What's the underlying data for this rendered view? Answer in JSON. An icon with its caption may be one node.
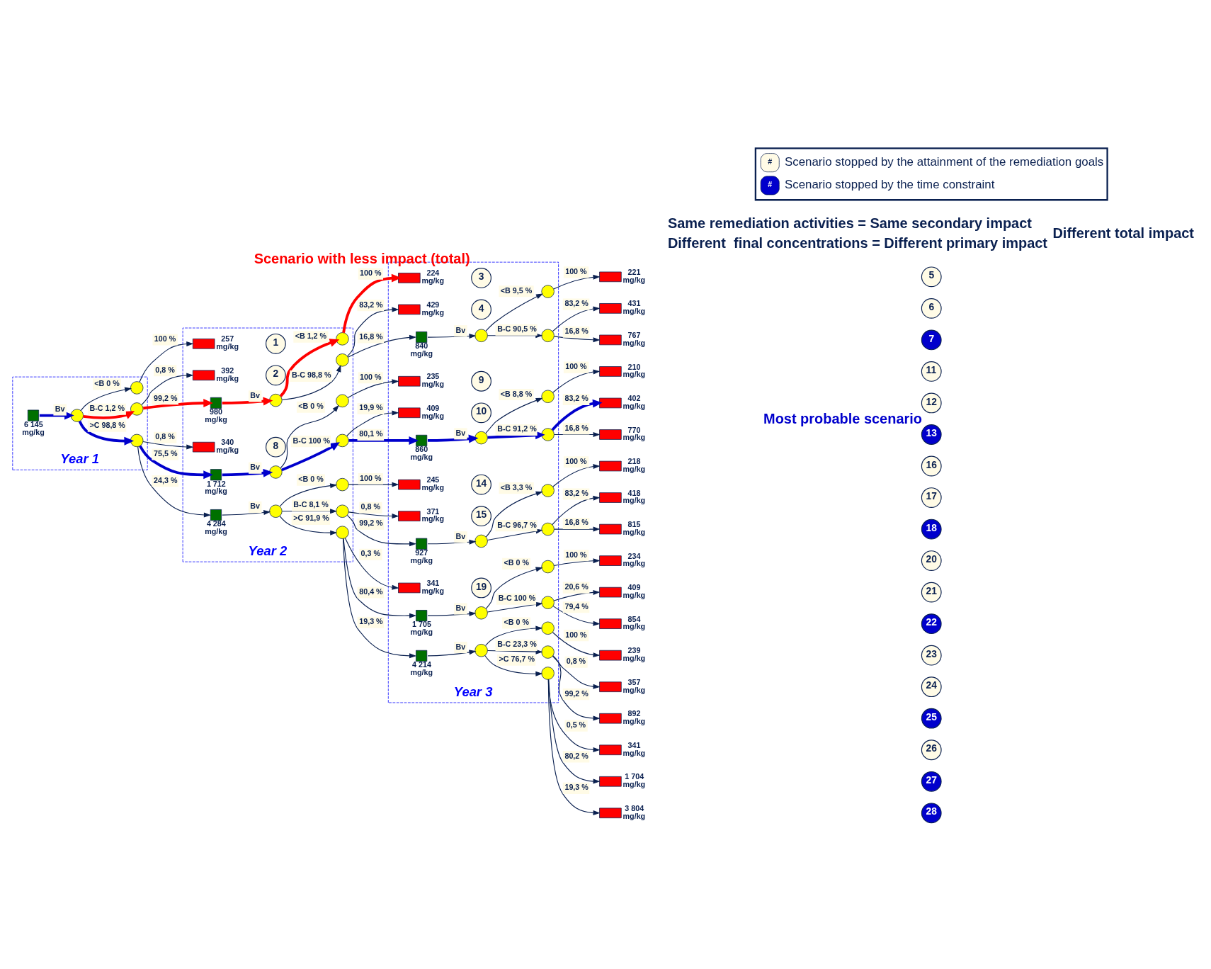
{
  "diagram": {
    "nodes": [
      {
        "text": [
          "Year 1"
        ]
      },
      {
        "text": [
          "Year 2"
        ]
      },
      {
        "text": [
          "Year 3"
        ]
      },
      {
        "text": [],
        "shape": "square",
        "beside": [
          "6 145 mg/kg"
        ],
        "in": 0
      },
      {
        "text": [],
        "shape": "circle",
        "in": 0
      },
      {
        "text": [],
        "shape": "circle",
        "in": 0
      },
      {
        "text": [],
        "shape": "box",
        "beside": [
          "257 mg/kg"
        ],
        "in": 1
      },
      {
        "text": [
          "1"
        ],
        "in": 1
      },
      {
        "text": [],
        "shape": "circle",
        "in": 0
      },
      {
        "text": [],
        "shape": "box",
        "beside": [
          "392 mg/kg"
        ],
        "in": 1
      },
      {
        "text": [
          "2"
        ],
        "in": 1
      },
      {
        "text": [],
        "shape": "square",
        "beside": [
          "980 mg/kg"
        ],
        "in": 1
      },
      {
        "text": [],
        "shape": "circle",
        "in": 1
      },
      {
        "text": [],
        "shape": "circle",
        "in": 1
      },
      {
        "text": [],
        "shape": "box",
        "beside": [
          "224 mg/kg"
        ],
        "in": 2
      },
      {
        "text": [
          "3"
        ],
        "beside": [
          "Scenario with less impact (total)"
        ],
        "in": 2
      },
      {
        "text": [],
        "shape": "circle",
        "in": 1
      },
      {
        "text": [],
        "shape": "box",
        "beside": [
          "429 mg/kg"
        ],
        "in": 2
      },
      {
        "text": [
          "4"
        ],
        "in": 2
      },
      {
        "text": [],
        "shape": "square",
        "beside": [
          "840 mg/kg"
        ],
        "in": 2
      },
      {
        "text": [],
        "shape": "circle",
        "in": 2
      },
      {
        "text": [],
        "shape": "circle",
        "in": 2
      },
      {
        "text": [],
        "shape": "box",
        "beside": [
          "221 mg/kg"
        ]
      },
      {
        "text": [
          "5"
        ]
      },
      {
        "text": [],
        "shape": "circle",
        "in": 2
      },
      {
        "text": [],
        "shape": "box",
        "beside": [
          "431 mg/kg"
        ]
      },
      {
        "text": [
          "6"
        ]
      },
      {
        "text": [],
        "shape": "box",
        "beside": [
          "767 mg/kg"
        ]
      },
      {
        "text": [
          "7"
        ]
      },
      {
        "text": [],
        "shape": "circle",
        "in": 0
      },
      {
        "text": [],
        "shape": "box",
        "beside": [
          "340 mg/kg"
        ],
        "in": 1
      },
      {
        "text": [
          "8"
        ],
        "in": 1
      },
      {
        "text": [],
        "shape": "square",
        "beside": [
          "1 712 mg/kg"
        ],
        "in": 1
      },
      {
        "text": [],
        "shape": "circle",
        "in": 1
      },
      {
        "text": [],
        "shape": "circle",
        "in": 1
      },
      {
        "text": [],
        "shape": "box",
        "beside": [
          "235 mg/kg"
        ],
        "in": 2
      },
      {
        "text": [
          "9"
        ],
        "in": 2
      },
      {
        "text": [],
        "shape": "circle",
        "in": 1
      },
      {
        "text": [],
        "shape": "box",
        "beside": [
          "409 mg/kg"
        ],
        "in": 2
      },
      {
        "text": [
          "10"
        ],
        "in": 2
      },
      {
        "text": [],
        "shape": "square",
        "beside": [
          "860 mg/kg"
        ],
        "in": 2
      },
      {
        "text": [],
        "shape": "circle",
        "in": 2
      },
      {
        "text": [],
        "shape": "circle",
        "in": 2
      },
      {
        "text": [],
        "shape": "box",
        "beside": [
          "210 mg/kg"
        ]
      },
      {
        "text": [
          "11"
        ]
      },
      {
        "text": [],
        "shape": "circle",
        "in": 2
      },
      {
        "text": [],
        "shape": "box",
        "beside": [
          "402 mg/kg"
        ]
      },
      {
        "text": [
          "12"
        ],
        "beside": [
          "Most probable scenario"
        ]
      },
      {
        "text": [],
        "shape": "box",
        "beside": [
          "770 mg/kg"
        ]
      },
      {
        "text": [
          "13"
        ]
      },
      {
        "text": [],
        "shape": "square",
        "beside": [
          "4 284 mg/kg"
        ],
        "in": 1
      },
      {
        "text": [],
        "shape": "circle",
        "in": 1
      },
      {
        "text": [],
        "shape": "circle",
        "in": 1
      },
      {
        "text": [],
        "shape": "box",
        "beside": [
          "245 mg/kg"
        ],
        "in": 2
      },
      {
        "text": [
          "14"
        ],
        "in": 2
      },
      {
        "text": [],
        "shape": "circle",
        "in": 1
      },
      {
        "text": [],
        "shape": "box",
        "beside": [
          "371 mg/kg"
        ],
        "in": 2
      },
      {
        "text": [
          "15"
        ],
        "in": 2
      },
      {
        "text": [],
        "shape": "square",
        "beside": [
          "927 mg/kg"
        ],
        "in": 2
      },
      {
        "text": [],
        "shape": "circle",
        "in": 2
      },
      {
        "text": [],
        "shape": "circle",
        "in": 2
      },
      {
        "text": [],
        "shape": "box",
        "beside": [
          "218 mg/kg"
        ]
      },
      {
        "text": [
          "16"
        ]
      },
      {
        "text": [],
        "shape": "circle",
        "in": 2
      },
      {
        "text": [],
        "shape": "box",
        "beside": [
          "418 mg/kg"
        ]
      },
      {
        "text": [
          "17"
        ]
      },
      {
        "text": [],
        "shape": "box",
        "beside": [
          "815 mg/kg"
        ]
      },
      {
        "text": [
          "18"
        ]
      },
      {
        "text": [],
        "shape": "circle",
        "in": 1
      },
      {
        "text": [],
        "shape": "box",
        "beside": [
          "341 mg/kg"
        ],
        "in": 2
      },
      {
        "text": [
          "19"
        ],
        "in": 2
      },
      {
        "text": [],
        "shape": "square",
        "beside": [
          "1 705 mg/kg"
        ],
        "in": 2
      },
      {
        "text": [],
        "shape": "circle",
        "in": 2
      },
      {
        "text": [],
        "shape": "circle",
        "in": 2
      },
      {
        "text": [],
        "shape": "box",
        "beside": [
          "234 mg/kg"
        ]
      },
      {
        "text": [
          "20"
        ]
      },
      {
        "text": [],
        "shape": "circle",
        "in": 2
      },
      {
        "text": [],
        "shape": "box",
        "beside": [
          "409 mg/kg"
        ]
      },
      {
        "text": [
          "21"
        ]
      },
      {
        "text": [],
        "shape": "box",
        "beside": [
          "854 mg/kg"
        ]
      },
      {
        "text": [
          "22"
        ]
      },
      {
        "text": [],
        "shape": "square",
        "beside": [
          "4 214 mg/kg"
        ],
        "in": 2
      },
      {
        "text": [],
        "shape": "circle",
        "in": 2
      },
      {
        "text": [],
        "shape": "circle",
        "in": 2
      },
      {
        "text": [],
        "shape": "box",
        "beside": [
          "239 mg/kg"
        ]
      },
      {
        "text": [
          "23"
        ]
      },
      {
        "text": [],
        "shape": "circle",
        "in": 2
      },
      {
        "text": [],
        "shape": "box",
        "beside": [
          "357 mg/kg"
        ]
      },
      {
        "text": [
          "24"
        ]
      },
      {
        "text": [],
        "shape": "box",
        "beside": [
          "892 mg/kg"
        ]
      },
      {
        "text": [
          "25"
        ]
      },
      {
        "text": [],
        "shape": "circle",
        "in": 2
      },
      {
        "text": [],
        "shape": "box",
        "beside": [
          "341 mg/kg"
        ]
      },
      {
        "text": [
          "26"
        ]
      },
      {
        "text": [],
        "shape": "box",
        "beside": [
          "1 704 mg/kg"
        ]
      },
      {
        "text": [
          "27"
        ]
      },
      {
        "text": [],
        "shape": "box",
        "beside": [
          "3 804 mg/kg"
        ]
      },
      {
        "text": [
          "28"
        ]
      }
    ],
    "edges": [
      {
        "from": 3,
        "to": 4,
        "arrow": "to",
        "label": "Bv",
        "style": "thick",
        "color": "#0000cc"
      },
      {
        "from": 4,
        "to": 5,
        "arrow": "to",
        "label": "<B 0 %"
      },
      {
        "from": 4,
        "to": 8,
        "arrow": "to",
        "label": "B-C 1,2 %",
        "style": "thick",
        "color": "#ff0000"
      },
      {
        "from": 4,
        "to": 29,
        "arrow": "to",
        "label": ">C 98,8 %",
        "style": "thick",
        "color": "#0000cc"
      },
      {
        "from": 5,
        "to": 6,
        "arrow": "to",
        "label": "100 %"
      },
      {
        "from": 8,
        "to": 9,
        "arrow": "to",
        "label": "0,8 %"
      },
      {
        "from": 8,
        "to": 11,
        "arrow": "to",
        "label": "99,2 %",
        "style": "thick",
        "color": "#ff0000"
      },
      {
        "from": 11,
        "to": 12,
        "arrow": "to",
        "label": "Bv",
        "style": "thick",
        "color": "#ff0000"
      },
      {
        "from": 12,
        "to": 13,
        "arrow": "to",
        "label": "<B 1,2 %",
        "style": "thick",
        "color": "#ff0000"
      },
      {
        "from": 12,
        "to": 16,
        "arrow": "to",
        "label": "B-C 98,8 %"
      },
      {
        "from": 13,
        "to": 14,
        "arrow": "to",
        "label": "100 %",
        "style": "thick",
        "color": "#ff0000"
      },
      {
        "from": 16,
        "to": 17,
        "arrow": "to",
        "label": "83,2 %"
      },
      {
        "from": 16,
        "to": 19,
        "arrow": "to",
        "label": "16,8 %"
      },
      {
        "from": 19,
        "to": 20,
        "arrow": "to",
        "label": "Bv"
      },
      {
        "from": 20,
        "to": 21,
        "arrow": "to",
        "label": "<B 9,5 %"
      },
      {
        "from": 20,
        "to": 24,
        "arrow": "to",
        "label": "B-C 90,5 %"
      },
      {
        "from": 21,
        "to": 22,
        "arrow": "to",
        "label": "100 %"
      },
      {
        "from": 24,
        "to": 25,
        "arrow": "to",
        "label": "83,2 %"
      },
      {
        "from": 24,
        "to": 27,
        "arrow": "to",
        "label": "16,8 %"
      },
      {
        "from": 29,
        "to": 30,
        "arrow": "to",
        "label": "0,8 %"
      },
      {
        "from": 29,
        "to": 32,
        "arrow": "to",
        "label": "75,5 %",
        "style": "thick",
        "color": "#0000cc"
      },
      {
        "from": 29,
        "to": 50,
        "arrow": "to",
        "label": "24,3 %"
      },
      {
        "from": 32,
        "to": 33,
        "arrow": "to",
        "label": "Bv",
        "style": "thick",
        "color": "#0000cc"
      },
      {
        "from": 33,
        "to": 34,
        "arrow": "to",
        "label": "<B 0 %"
      },
      {
        "from": 33,
        "to": 37,
        "arrow": "to",
        "label": "B-C 100 %",
        "style": "thick",
        "color": "#0000cc"
      },
      {
        "from": 34,
        "to": 35,
        "arrow": "to",
        "label": "100 %"
      },
      {
        "from": 37,
        "to": 38,
        "arrow": "to",
        "label": "19,9 %"
      },
      {
        "from": 37,
        "to": 40,
        "arrow": "to",
        "label": "80,1 %",
        "style": "thick",
        "color": "#0000cc"
      },
      {
        "from": 40,
        "to": 41,
        "arrow": "to",
        "label": "Bv",
        "style": "thick",
        "color": "#0000cc"
      },
      {
        "from": 41,
        "to": 42,
        "arrow": "to",
        "label": "<B 8,8 %"
      },
      {
        "from": 41,
        "to": 45,
        "arrow": "to",
        "label": "B-C 91,2 %",
        "style": "thick",
        "color": "#0000cc"
      },
      {
        "from": 42,
        "to": 43,
        "arrow": "to",
        "label": "100 %"
      },
      {
        "from": 45,
        "to": 46,
        "arrow": "to",
        "label": "83,2 %",
        "style": "thick",
        "color": "#0000cc"
      },
      {
        "from": 45,
        "to": 48,
        "arrow": "to",
        "label": "16,8 %"
      },
      {
        "from": 50,
        "to": 51,
        "arrow": "to",
        "label": "Bv"
      },
      {
        "from": 51,
        "to": 52,
        "arrow": "to",
        "label": "<B 0 %"
      },
      {
        "from": 51,
        "to": 55,
        "arrow": "to",
        "label": "B-C 8,1 %"
      },
      {
        "from": 51,
        "to": 68,
        "arrow": "to",
        "label": ">C 91,9 %"
      },
      {
        "from": 52,
        "to": 53,
        "arrow": "to",
        "label": "100 %"
      },
      {
        "from": 55,
        "to": 56,
        "arrow": "to",
        "label": "0,8 %"
      },
      {
        "from": 55,
        "to": 58,
        "arrow": "to",
        "label": "99,2 %"
      },
      {
        "from": 58,
        "to": 59,
        "arrow": "to",
        "label": "Bv"
      },
      {
        "from": 59,
        "to": 60,
        "arrow": "to",
        "label": "<B 3,3 %"
      },
      {
        "from": 59,
        "to": 63,
        "arrow": "to",
        "label": "B-C 96,7 %"
      },
      {
        "from": 60,
        "to": 61,
        "arrow": "to",
        "label": "100 %"
      },
      {
        "from": 63,
        "to": 64,
        "arrow": "to",
        "label": "83,2 %"
      },
      {
        "from": 63,
        "to": 66,
        "arrow": "to",
        "label": "16,8 %"
      },
      {
        "from": 68,
        "to": 69,
        "arrow": "to",
        "label": "0,3 %"
      },
      {
        "from": 68,
        "to": 71,
        "arrow": "to",
        "label": "80,4 %"
      },
      {
        "from": 68,
        "to": 81,
        "arrow": "to",
        "label": "19,3 %"
      },
      {
        "from": 71,
        "to": 72,
        "arrow": "to",
        "label": "Bv"
      },
      {
        "from": 72,
        "to": 73,
        "arrow": "to",
        "label": "<B 0 %"
      },
      {
        "from": 72,
        "to": 76,
        "arrow": "to",
        "label": "B-C 100 %"
      },
      {
        "from": 73,
        "to": 74,
        "arrow": "to",
        "label": "100 %"
      },
      {
        "from": 76,
        "to": 77,
        "arrow": "to",
        "label": "20,6 %"
      },
      {
        "from": 76,
        "to": 79,
        "arrow": "to",
        "label": "79,4 %"
      },
      {
        "from": 81,
        "to": 82,
        "arrow": "to",
        "label": "Bv"
      },
      {
        "from": 82,
        "to": 83,
        "arrow": "to",
        "label": "<B 0 %"
      },
      {
        "from": 82,
        "to": 86,
        "arrow": "to",
        "label": "B-C 23,3 %"
      },
      {
        "from": 82,
        "to": 91,
        "arrow": "to",
        "label": ">C 76,7 %"
      },
      {
        "from": 83,
        "to": 84,
        "arrow": "to",
        "label": "100 %"
      },
      {
        "from": 86,
        "to": 87,
        "arrow": "to",
        "label": "0,8 %"
      },
      {
        "from": 86,
        "to": 89,
        "arrow": "to",
        "label": "99,2 %"
      },
      {
        "from": 91,
        "to": 92,
        "arrow": "to",
        "label": "0,5 %"
      },
      {
        "from": 91,
        "to": 94,
        "arrow": "to",
        "label": "80,2 %"
      },
      {
        "from": 91,
        "to": 96,
        "arrow": "to",
        "label": "19,3 %"
      }
    ],
    "labels": [
      "Same remediation activities = Same secondary impact",
      "Different  final concentrations = Different primary impact",
      "Different total impact",
      "#",
      "#"
    ],
    "legend": [
      {
        "text": "Scenario stopped by the attainment of the remediation goals",
        "color": "#fffbe6"
      },
      {
        "text": "Scenario stopped by the time constraint",
        "color": "#0000cc"
      }
    ]
  }
}
